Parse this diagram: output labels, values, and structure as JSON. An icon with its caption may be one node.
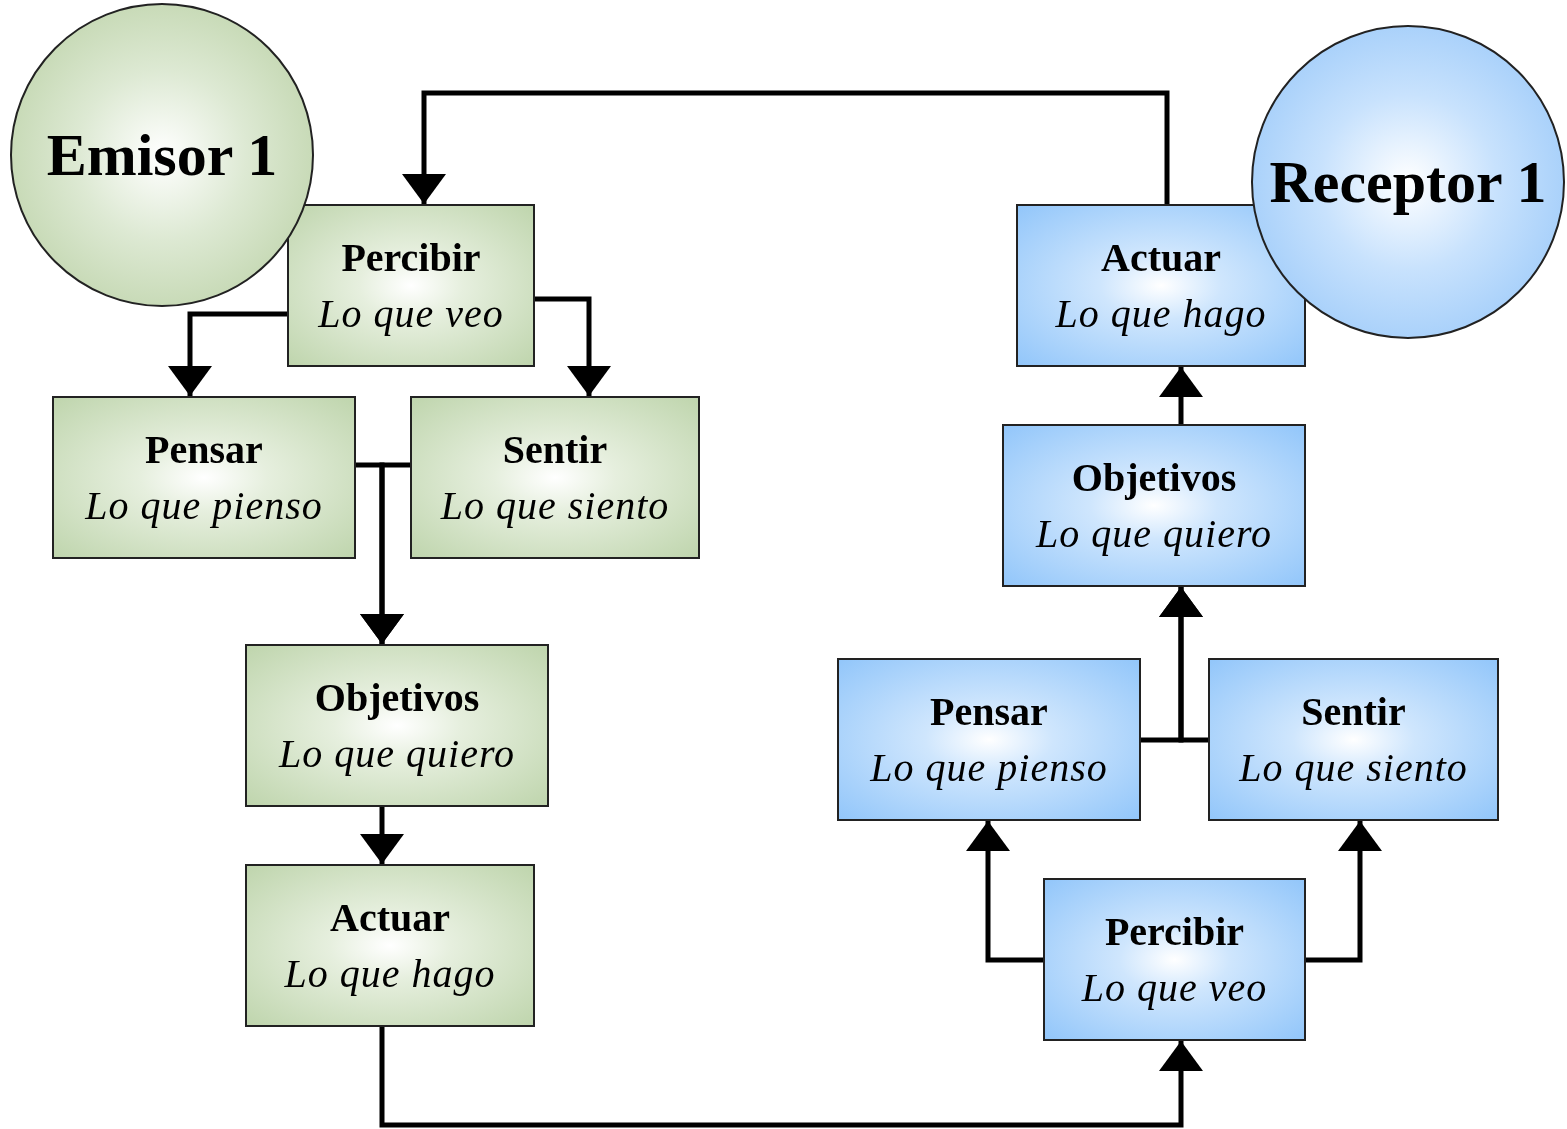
{
  "diagram": {
    "nodes": [
      {
        "text": [
          "Emisor 1"
        ]
      },
      {
        "text": [
          "Percibir",
          "Lo que veo"
        ]
      },
      {
        "text": [
          "Pensar",
          "Lo que pienso"
        ]
      },
      {
        "text": [
          "Sentir",
          "Lo que siento"
        ]
      },
      {
        "text": [
          "Objetivos",
          "Lo que quiero"
        ]
      },
      {
        "text": [
          "Actuar",
          "Lo que hago"
        ]
      },
      {
        "text": [
          "Receptor 1"
        ]
      },
      {
        "text": [
          "Actuar",
          "Lo que hago"
        ]
      },
      {
        "text": [
          "Objetivos",
          "Lo que quiero"
        ]
      },
      {
        "text": [
          "Pensar",
          "Lo que pienso"
        ]
      },
      {
        "text": [
          "Sentir",
          "Lo que siento"
        ]
      },
      {
        "text": [
          "Percibir",
          "Lo que veo"
        ]
      }
    ],
    "edges": [
      {
        "from": 1,
        "to": 2,
        "arrow": "to"
      },
      {
        "from": 1,
        "to": 3,
        "arrow": "to"
      },
      {
        "from": 2,
        "to": 4,
        "arrow": "to"
      },
      {
        "from": 3,
        "to": 4,
        "arrow": "to"
      },
      {
        "from": 4,
        "to": 5,
        "arrow": "to"
      },
      {
        "from": 5,
        "to": 11,
        "arrow": "to"
      },
      {
        "from": 11,
        "to": 9,
        "arrow": "to"
      },
      {
        "from": 11,
        "to": 10,
        "arrow": "to"
      },
      {
        "from": 9,
        "to": 8,
        "arrow": "to"
      },
      {
        "from": 10,
        "to": 8,
        "arrow": "to"
      },
      {
        "from": 8,
        "to": 7,
        "arrow": "to"
      },
      {
        "from": 7,
        "to": 1,
        "arrow": "to"
      }
    ]
  }
}
